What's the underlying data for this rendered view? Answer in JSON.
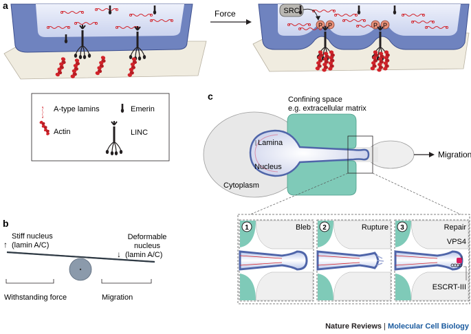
{
  "panel_a": {
    "letter": "a",
    "arrow_label": "Force",
    "kinase_label": "SRC",
    "phospho_label": "P",
    "legend": {
      "a_type_lamins": "A-type lamins",
      "emerin": "Emerin",
      "actin": "Actin",
      "linc": "LINC"
    }
  },
  "panel_b": {
    "letter": "b",
    "stiff_arrow": "↑",
    "stiff_line1": "Stiff nucleus",
    "stiff_line2": "(lamin A/C)",
    "deform_line1": "Deformable",
    "deform_line2": "nucleus",
    "deform_arrow": "↓",
    "deform_line3": "(lamin A/C)",
    "left_caption": "Withstanding force",
    "right_caption": "Migration"
  },
  "panel_c": {
    "letter": "c",
    "confining_line1": "Confining space",
    "confining_line2": "e.g. extracellular matrix",
    "lamina": "Lamina",
    "nucleus": "Nucleus",
    "cytoplasm": "Cytoplasm",
    "migration": "Migration",
    "insets": [
      {
        "num": "1",
        "title": "Bleb"
      },
      {
        "num": "2",
        "title": "Rupture"
      },
      {
        "num": "3",
        "title": "Repair"
      }
    ],
    "vps4": "VPS4",
    "escrt": "ESCRT-III"
  },
  "footer": {
    "journal": "Nature Reviews",
    "separator": " | ",
    "section": "Molecular Cell Biology"
  },
  "colors": {
    "membrane_blue": "#4f65a9",
    "teal": "#7fcab8",
    "lamin_red": "#d2232a",
    "journal_blue": "#1a5a9e"
  }
}
